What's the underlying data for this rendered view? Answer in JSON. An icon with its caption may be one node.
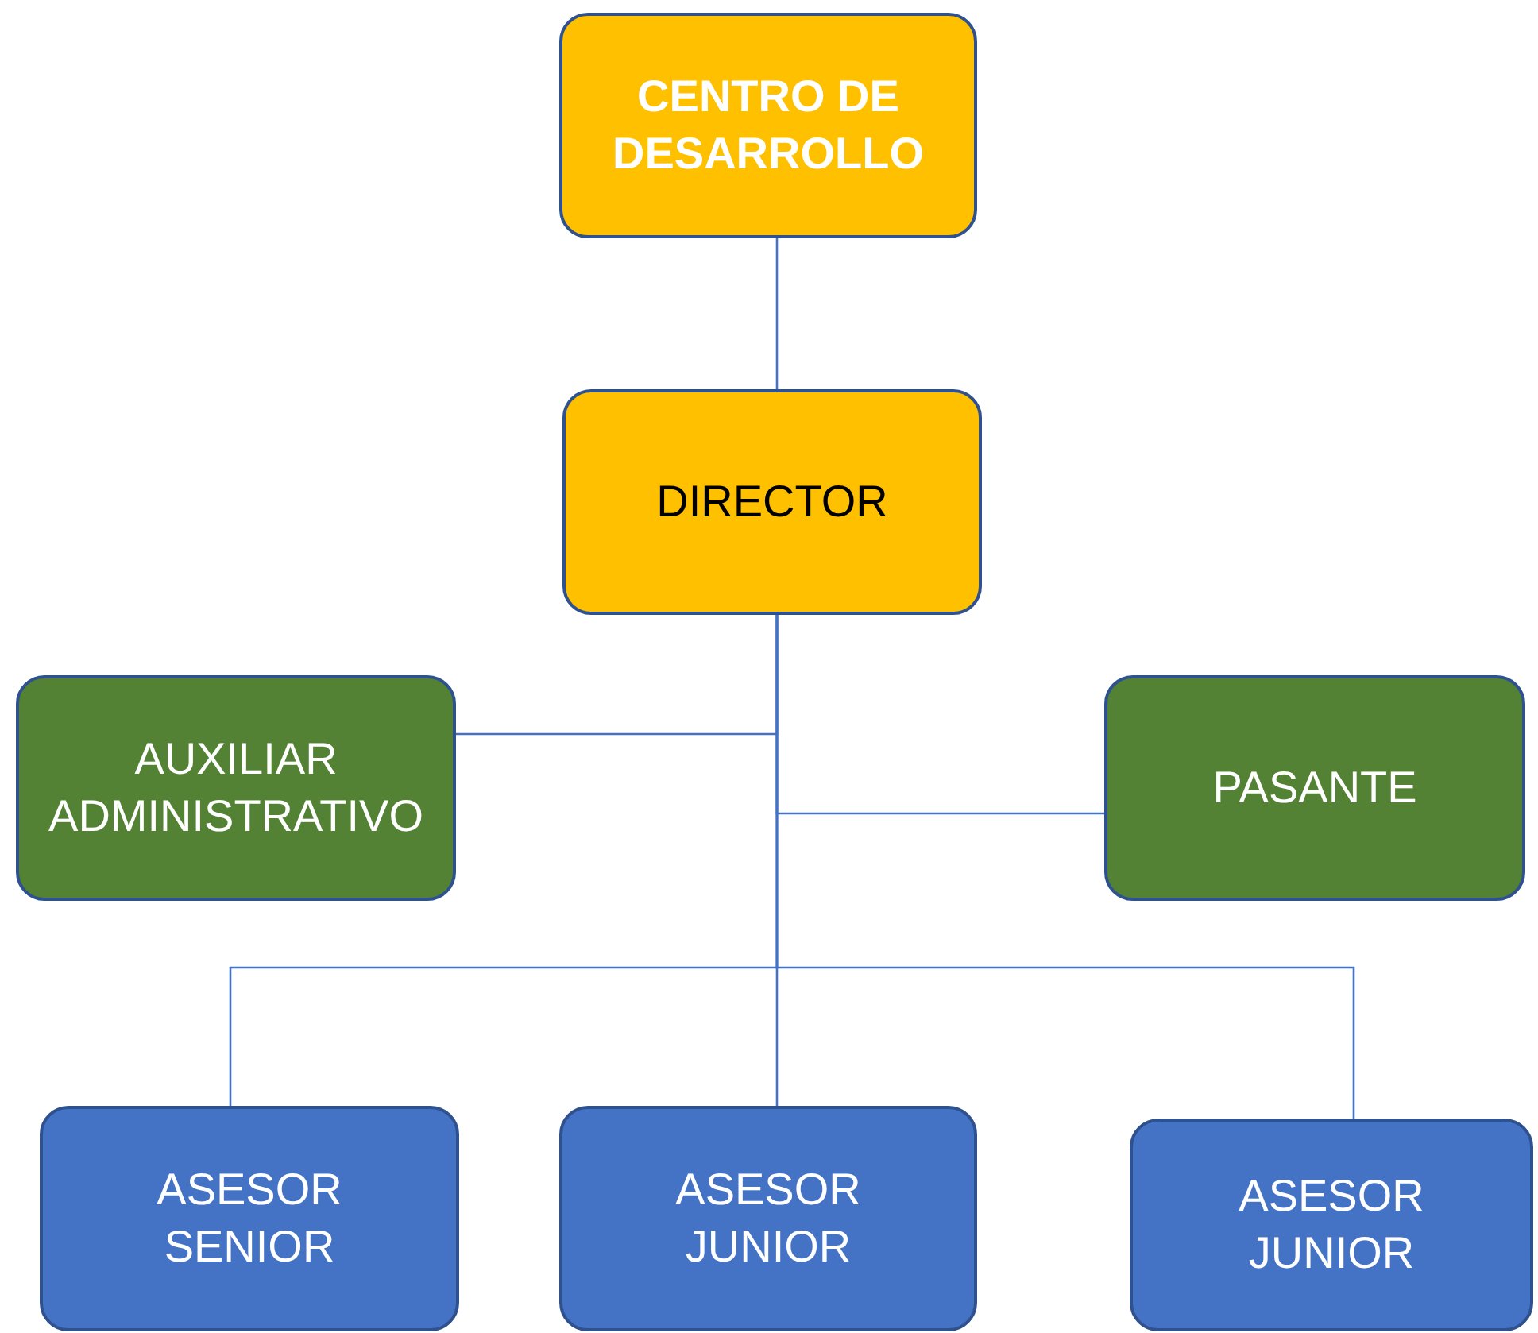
{
  "diagram": {
    "nodes": [
      {
        "text": [
          "CENTRO DE DESARROLLO"
        ]
      },
      {
        "text": [
          "DIRECTOR"
        ]
      },
      {
        "text": [
          "AUXILIAR ADMINISTRATIVO"
        ]
      },
      {
        "text": [
          "PASANTE"
        ]
      },
      {
        "text": [
          "ASESOR SENIOR"
        ]
      },
      {
        "text": [
          "ASESOR JUNIOR"
        ]
      },
      {
        "text": [
          "ASESOR JUNIOR"
        ]
      }
    ],
    "edges": [
      {
        "from": 0,
        "to": 1,
        "arrow": "none"
      },
      {
        "from": 1,
        "to": 2,
        "arrow": "none"
      },
      {
        "from": 1,
        "to": 3,
        "arrow": "none"
      },
      {
        "from": 1,
        "to": 4,
        "arrow": "none"
      },
      {
        "from": 1,
        "to": 5,
        "arrow": "none"
      },
      {
        "from": 1,
        "to": 6,
        "arrow": "none"
      }
    ]
  }
}
